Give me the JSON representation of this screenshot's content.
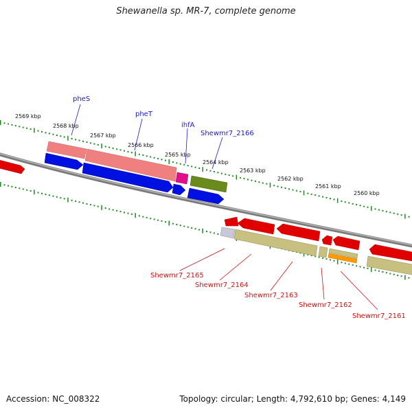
{
  "title": "Shewanella sp. MR-7, complete genome",
  "footer": {
    "accession": "Accession: NC_008322",
    "summary": "Topology: circular; Length: 4,792,610 bp; Genes: 4,149"
  },
  "colors": {
    "backbone": "#7a7a7a",
    "gc_ticks": "#1c8a1c",
    "gene_red": "#e00000",
    "gene_pink": "#f08080",
    "gene_blue": "#0010e0",
    "gene_magenta": "#e0108a",
    "gene_olive": "#6a8a1c",
    "gene_khaki": "#c8c080",
    "gene_orange": "#ff9900",
    "gene_grey": "#c8c8d8",
    "label_top": "#1a1acc",
    "label_bottom": "#cc1111"
  },
  "map": {
    "kbp_labels": [
      "2569 kbp",
      "2568 kbp",
      "2567 kbp",
      "2566 kbp",
      "2565 kbp",
      "2564 kbp",
      "2563 kbp",
      "2562 kbp",
      "2561 kbp",
      "2560 kbp"
    ],
    "top_gene_labels": [
      "pheS",
      "pheT",
      "ihfA",
      "Shewmr7_2166"
    ],
    "bottom_gene_labels": [
      "Shewmr7_2165",
      "Shewmr7_2164",
      "Shewmr7_2163",
      "Shewmr7_2162",
      "Shewmr7_2161"
    ]
  }
}
